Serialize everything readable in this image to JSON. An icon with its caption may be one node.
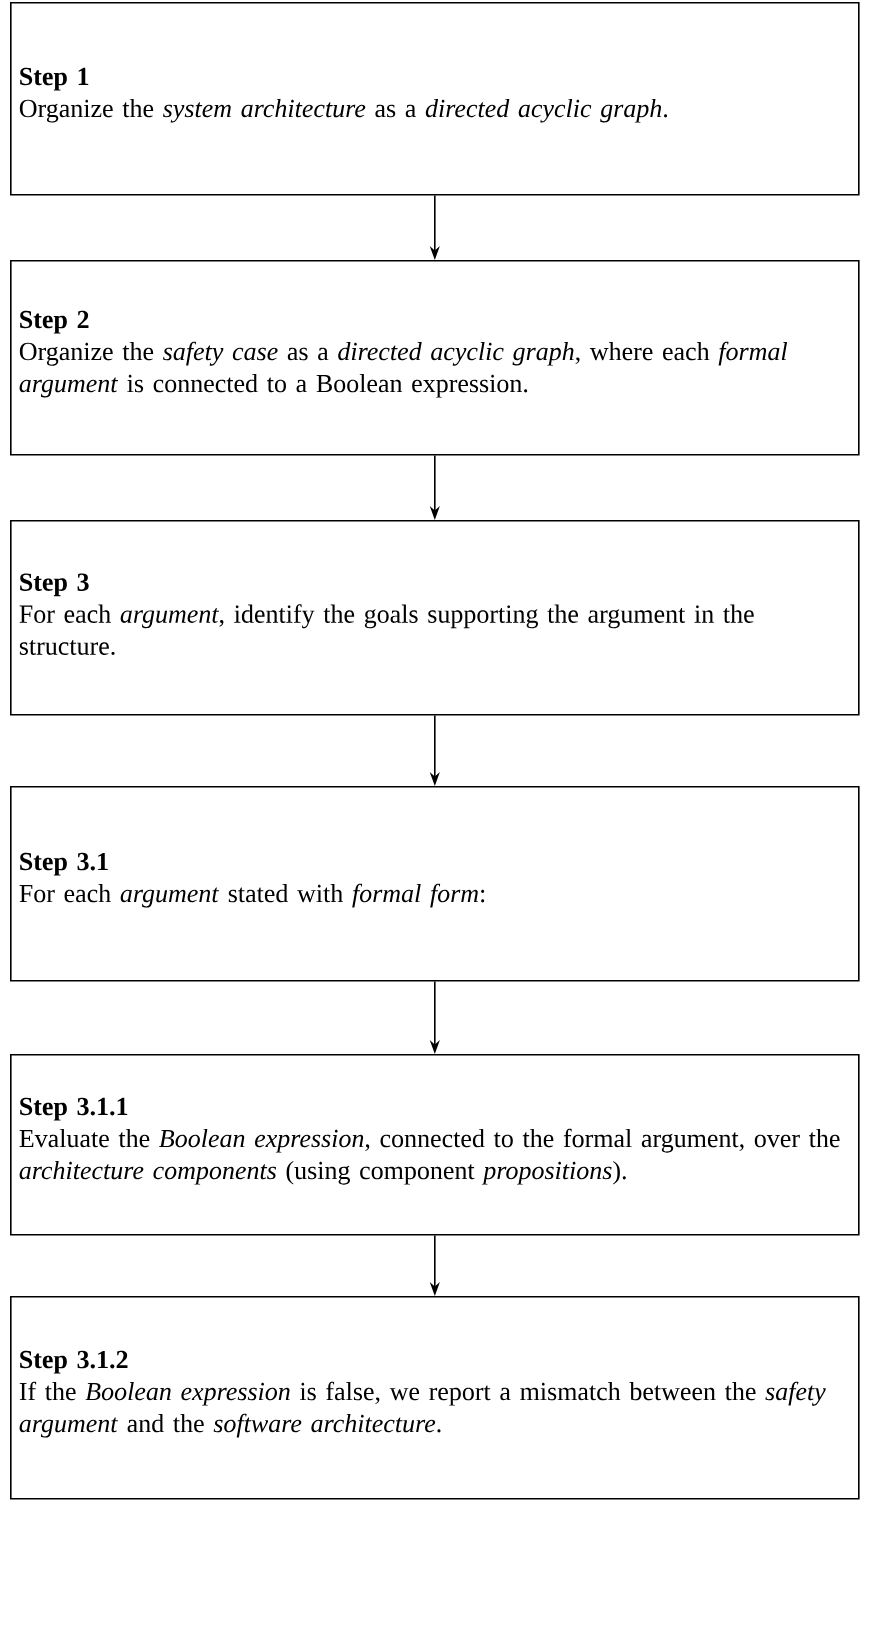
{
  "diagram": {
    "nodes": [
      {
        "text": [
          "Step 1",
          "Organize the *system architecture* as a *directed acyclic graph*."
        ]
      },
      {
        "text": [
          "Step 2",
          "Organize the *safety case* as a *directed acyclic graph*, where each *formal argument* is connected to a Boolean expression."
        ]
      },
      {
        "text": [
          "Step 3",
          "For each *argument*, identify the goals supporting the argument in the structure."
        ]
      },
      {
        "text": [
          "Step 3.1",
          "For each *argument* stated with *formal form*:"
        ]
      },
      {
        "text": [
          "Step 3.1.1",
          "Evaluate the *Boolean expression*, connected to the formal argument, over the *architecture components* (using component *propositions*)."
        ]
      },
      {
        "text": [
          "Step 3.1.2",
          "If the *Boolean expression* is false, we report a mismatch between the *safety argument* and the *software architecture*."
        ]
      }
    ],
    "edges": [
      {
        "from": 0,
        "to": 1,
        "arrow": "to"
      },
      {
        "from": 1,
        "to": 2,
        "arrow": "to"
      },
      {
        "from": 2,
        "to": 3,
        "arrow": "to"
      },
      {
        "from": 3,
        "to": 4,
        "arrow": "to"
      },
      {
        "from": 4,
        "to": 5,
        "arrow": "to"
      }
    ]
  }
}
